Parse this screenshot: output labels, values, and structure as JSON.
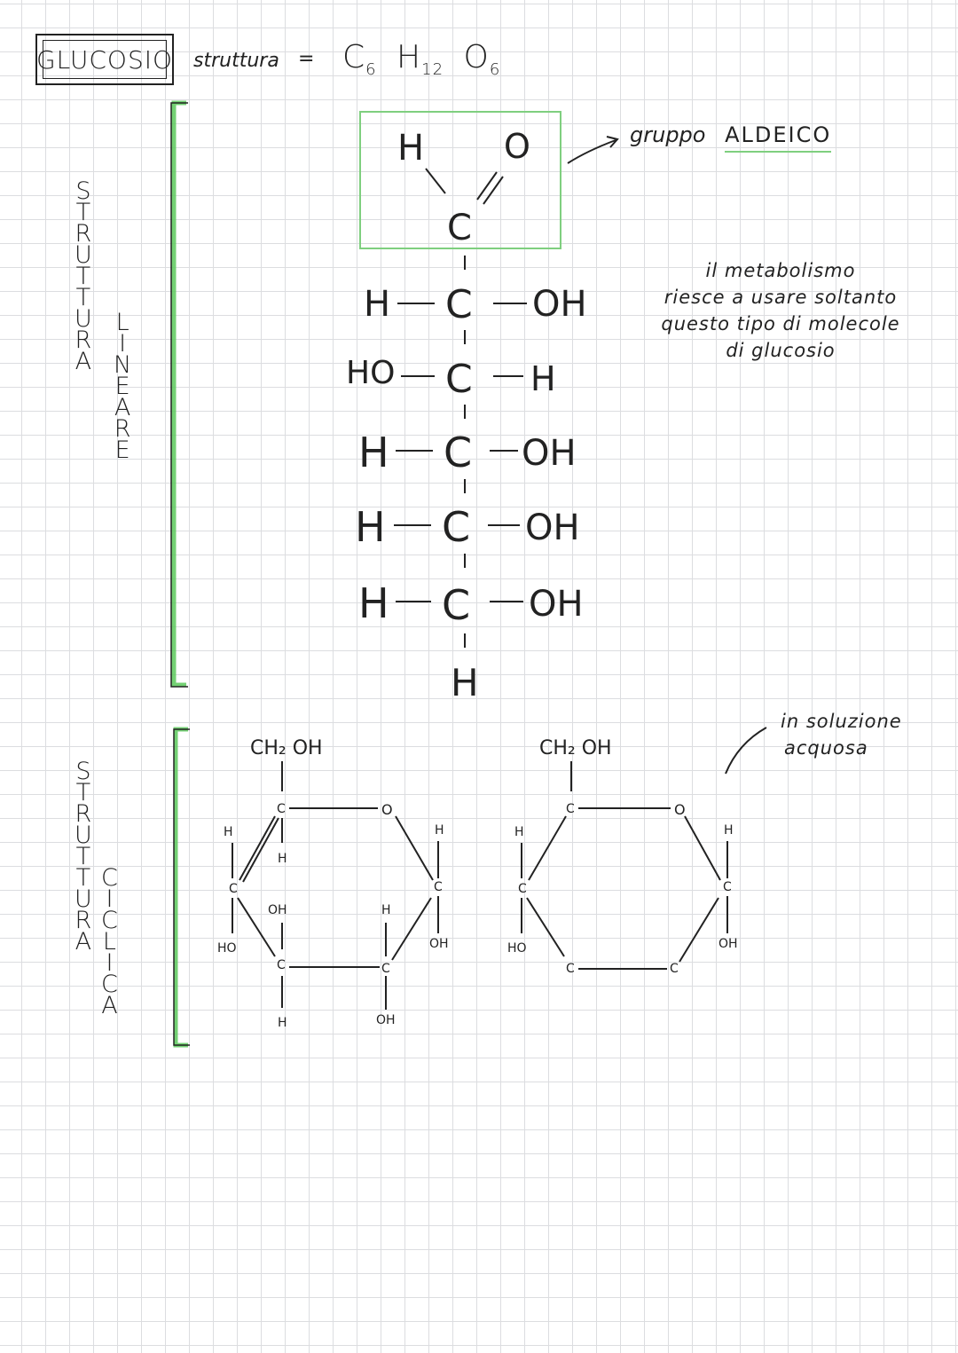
{
  "title": "GLUCOSIO",
  "header": {
    "label": "struttura",
    "equals": "=",
    "formula": {
      "c": "C",
      "c_sub": "6",
      "h": "H",
      "h_sub": "12",
      "o": "O",
      "o_sub": "6"
    }
  },
  "linear": {
    "side_label_word1": [
      "S",
      "T",
      "R",
      "U",
      "T",
      "T",
      "U",
      "R",
      "A"
    ],
    "side_label_word2": [
      "L",
      "I",
      "N",
      "E",
      "A",
      "R",
      "E"
    ],
    "bracket_color": "#5cc95c",
    "aldehyde_box_color": "#7fcf7f",
    "aldehyde_note": {
      "prefix": "gruppo",
      "name": "ALDEICO"
    },
    "atoms": {
      "H": "H",
      "O": "O",
      "C": "C",
      "OH": "OH",
      "HO": "HO"
    },
    "metabolism_note": [
      "il metabolismo",
      "riesce a usare soltanto",
      "questo tipo di molecole",
      "di glucosio"
    ]
  },
  "cyclic": {
    "side_label_word1": [
      "S",
      "T",
      "R",
      "U",
      "T",
      "T",
      "U",
      "R",
      "A"
    ],
    "side_label_word2": [
      "C",
      "I",
      "C",
      "L",
      "I",
      "C",
      "A"
    ],
    "bracket_color": "#5cc95c",
    "ring_left": {
      "ch2oh": "CH₂ OH",
      "C": "C",
      "O": "O",
      "H": "H",
      "OH": "OH",
      "HO": "HO"
    },
    "ring_right": {
      "ch2oh": "CH₂ OH",
      "C": "C",
      "O": "O",
      "H": "H",
      "OH": "OH",
      "HO": "HO"
    },
    "solution_note": [
      "in soluzione",
      "acquosa"
    ]
  }
}
